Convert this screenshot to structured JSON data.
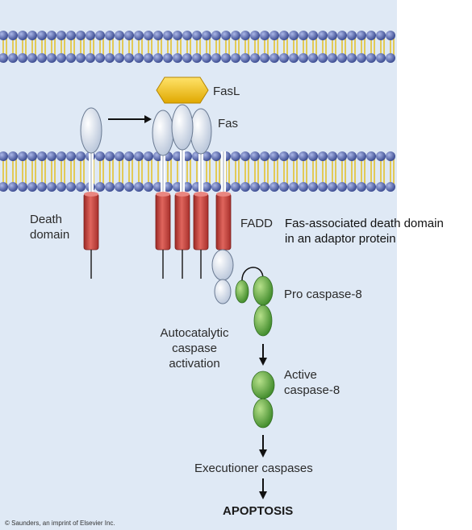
{
  "labels": {
    "fasl": "FasL",
    "fas": "Fas",
    "death_domain": "Death\ndomain",
    "fadd": "FADD",
    "fadd_description": "Fas-associated death domain\nin an adaptor protein",
    "pro_caspase": "Pro caspase-8",
    "autocatalytic": "Autocatalytic\ncaspase\nactivation",
    "active_caspase": "Active\ncaspase-8",
    "executioner": "Executioner caspases",
    "apoptosis": "APOPTOSIS",
    "credit": "© Saunders, an imprint of Elsevier Inc."
  },
  "colors": {
    "membrane_head": "#5b6fb5",
    "membrane_tail": "#e2c22f",
    "receptor_red": "#c9453f",
    "receptor_oval": "#eef2f8",
    "fasl_yellow": "#f2c417",
    "caspase_green": "#6bb043",
    "panel_bg": "#dfe9f5"
  }
}
